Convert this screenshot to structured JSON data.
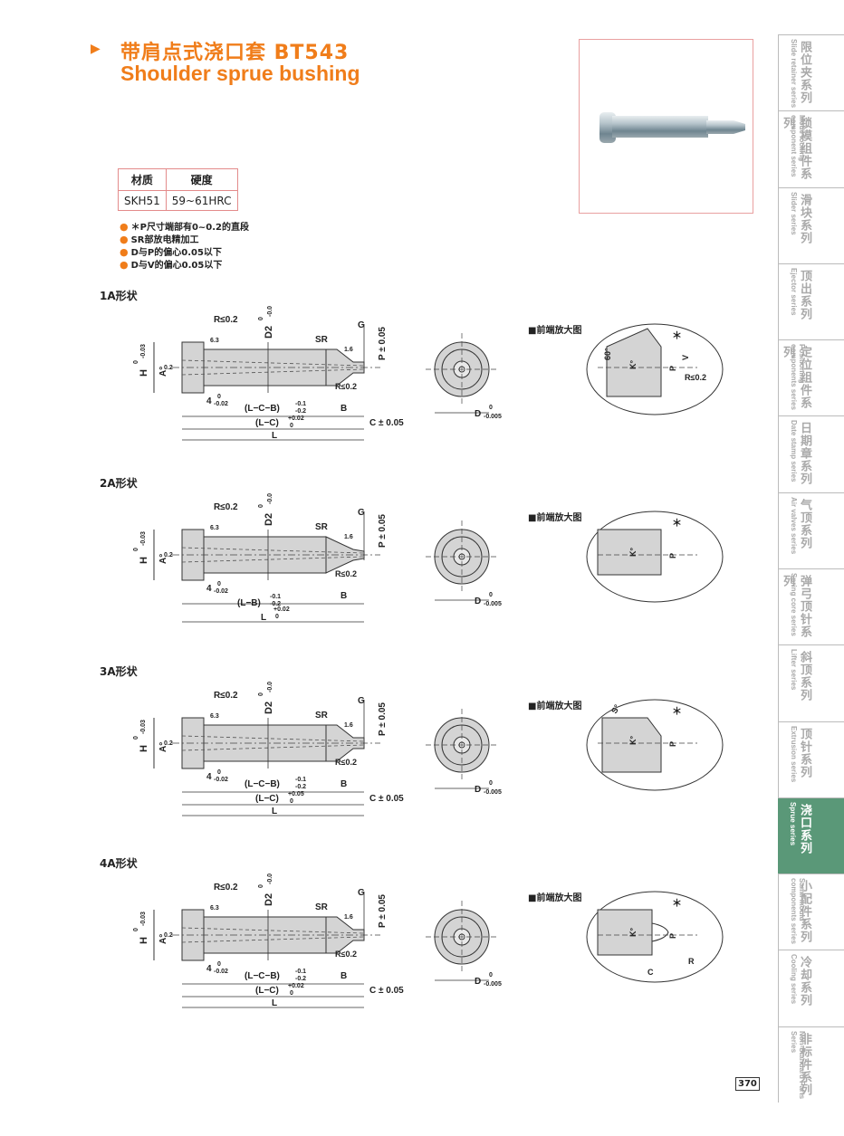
{
  "header": {
    "arrow": "▶",
    "title_cn": "带肩点式浇口套 BT543",
    "title_en": "Shoulder sprue bushing"
  },
  "material_table": {
    "headers": [
      "材质",
      "硬度"
    ],
    "row": [
      "SKH51",
      "59~61HRC"
    ]
  },
  "notes": [
    "＊P尺寸端部有0~0.2的直段",
    "SR部放电精加工",
    "D与P的偏心0.05以下",
    "D与V的偏心0.05以下"
  ],
  "bullet": "●",
  "shapes": [
    {
      "label": "1A形状",
      "enlarge_label": "■前端放大图"
    },
    {
      "label": "2A形状",
      "enlarge_label": "■前端放大图"
    },
    {
      "label": "3A形状",
      "enlarge_label": "■前端放大图"
    },
    {
      "label": "4A形状",
      "enlarge_label": "■前端放大图"
    }
  ],
  "dims": {
    "r02": "R≤0.2",
    "d2": "D2",
    "d2_tol_top": "0",
    "d2_tol_bot": "-0.05",
    "sr": "SR",
    "g": "G",
    "p": "P ± 0.05",
    "h": "H",
    "h_tol_top": "0",
    "h_tol_bot": "-0.03",
    "a": "A°",
    "rough": "6.3",
    "rough_small": "1.6",
    "flat": "0.2",
    "four": "4",
    "four_tol_top": "0",
    "four_tol_bot": "-0.02",
    "lcb": "(L−C−B)",
    "lcb_tol_top": "-0.1",
    "lcb_tol_bot": "-0.2",
    "lb": "(L−B)",
    "lb_tol_top": "-0.1",
    "lb_tol_bot": "-0.2",
    "b": "B",
    "lc": "(L−C)",
    "lc_tol_top": "+0.02",
    "lc_tol_top_3a": "+0.05",
    "lc_tol_bot": "0",
    "l": "L",
    "l_tol_top": "+0.02",
    "l_tol_bot": "0",
    "c": "C ± 0.05",
    "d": "D",
    "d_tol_top": "0",
    "d_tol_bot": "-0.005",
    "k": "K°",
    "v": "V",
    "p_short": "P",
    "star": "＊",
    "deg60": "60°",
    "s_deg": "S°",
    "r": "R",
    "c_short": "C"
  },
  "sidebar": [
    {
      "cn": "限位夹系列",
      "en": "Slide retainer series",
      "active": false
    },
    {
      "cn": "锁模组件系列",
      "en": "Mode locking component series",
      "active": false
    },
    {
      "cn": "滑块系列",
      "en": "Slider series",
      "active": false
    },
    {
      "cn": "顶出系列",
      "en": "Ejector series",
      "active": false
    },
    {
      "cn": "定位组件系列",
      "en": "Positioning components series",
      "active": false
    },
    {
      "cn": "日期章系列",
      "en": "Date stamp series",
      "active": false
    },
    {
      "cn": "气顶系列",
      "en": "Air valves series",
      "active": false
    },
    {
      "cn": "弹弓顶针系列",
      "en": "Spring core series",
      "active": false
    },
    {
      "cn": "斜顶系列",
      "en": "Lifter series",
      "active": false
    },
    {
      "cn": "顶针系列",
      "en": "Extrusion series",
      "active": false
    },
    {
      "cn": "浇口系列",
      "en": "Sprue series",
      "active": true
    },
    {
      "cn": "小配件系列",
      "en": "Samll mould components series",
      "active": false
    },
    {
      "cn": "冷却系列",
      "en": "Cooling series",
      "active": false
    },
    {
      "cn": "非标件系列",
      "en": "Non-Standard Parts Series",
      "active": false
    }
  ],
  "page_number": "370",
  "colors": {
    "accent": "#f07d1a",
    "active_tab": "#5a9878",
    "steel": "#cfcfcf"
  }
}
